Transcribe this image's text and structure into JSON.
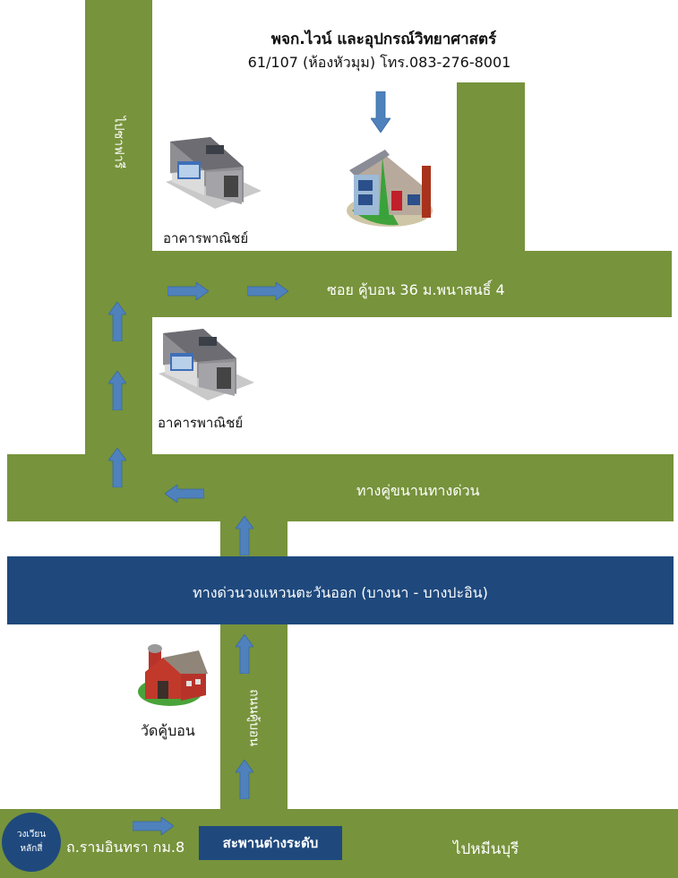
{
  "shop": {
    "name": "พจก.ไวน์ และอุปกรณ์วิทยาศาสตร์",
    "address": "61/107 (ห้องหัวมุม) โทร.083-276-8001"
  },
  "roads": {
    "to_safari": "ไปซาฟารี",
    "soi_khu_bon": "ซอย คู้บอน 36 ม.พนาสนธิ์ 4",
    "frontage_road": "ทางคู่ขนานทางด่วน",
    "expressway": "ทางด่วนวงแหวนตะวันออก (บางนา - บางปะอิน)",
    "khu_bon_road": "ถนนคู้บอน",
    "ram_inthra": "ถ.รามอินทรา กม.8",
    "to_min_buri": "ไปหมีนบุรี"
  },
  "landmarks": {
    "commercial_building_1": "อาคารพาณิชย์",
    "commercial_building_2": "อาคารพาณิชย์",
    "wat_khu_bon": "วัดคู้บอน",
    "roundabout_line1": "วงเวียน",
    "roundabout_line2": "หลักสี่",
    "flyover": "สะพานต่างระดับ"
  },
  "colors": {
    "road": "#77933c",
    "expressway": "#1f497d",
    "arrow": "#4f81bd"
  }
}
